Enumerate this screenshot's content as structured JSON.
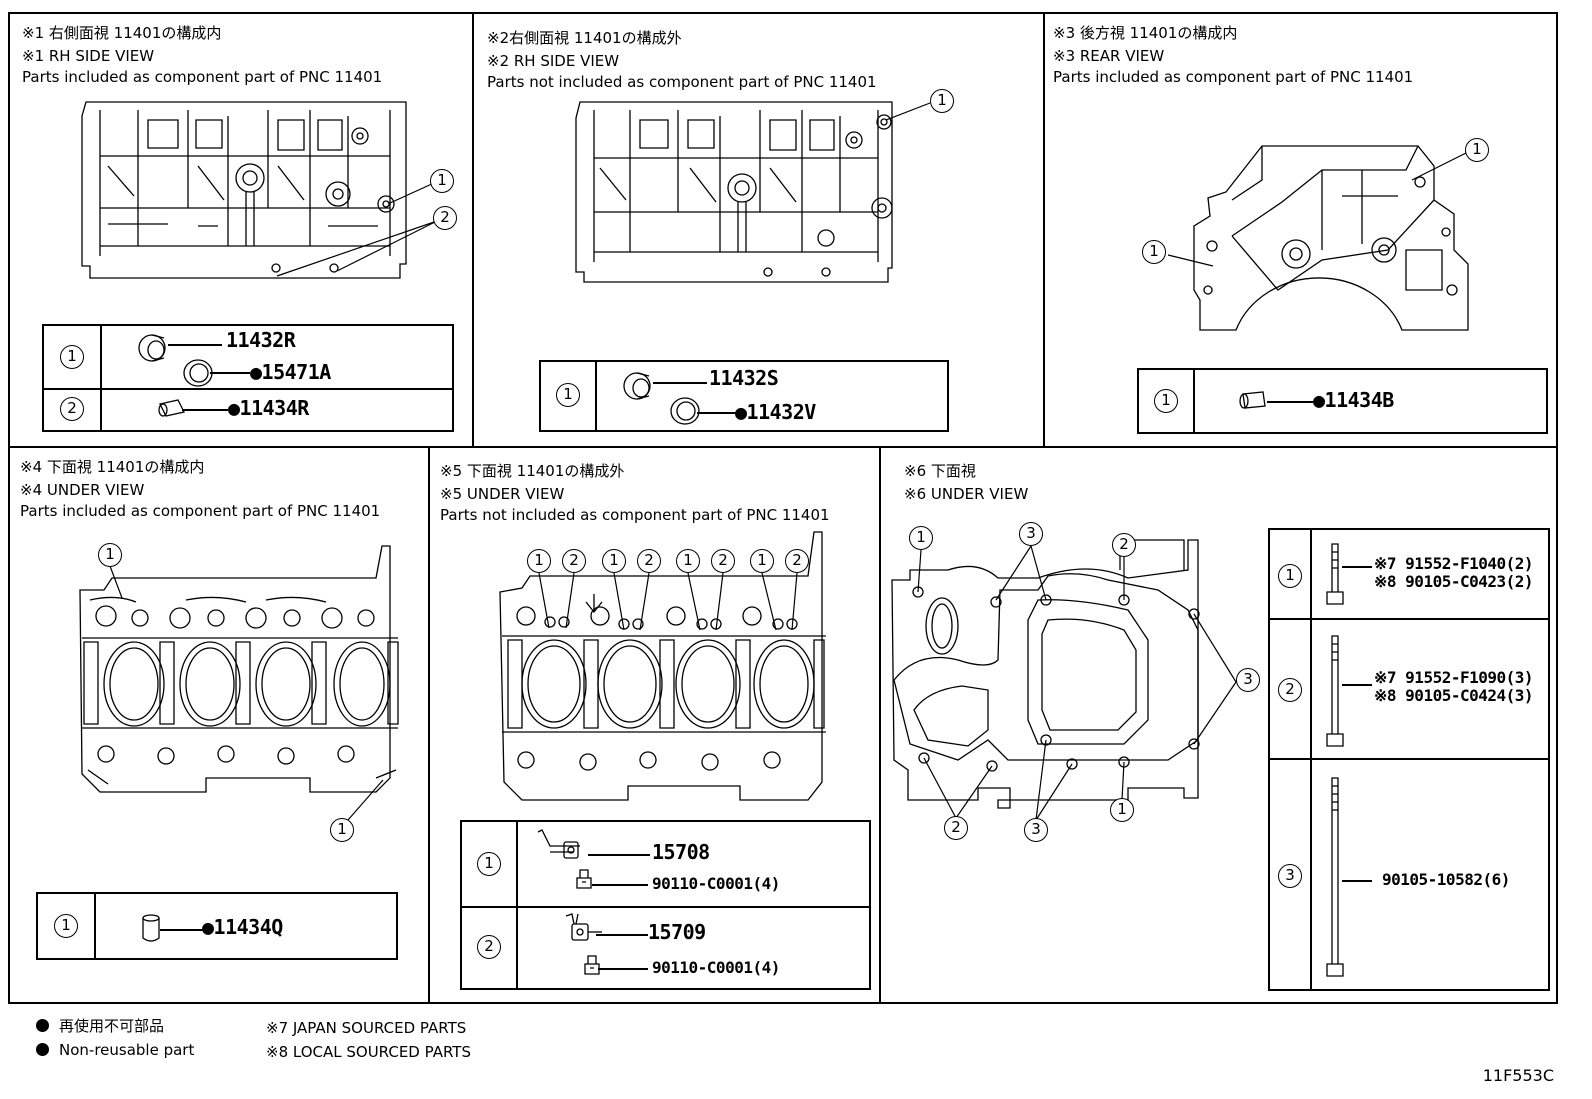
{
  "panels": [
    {
      "id": "p1",
      "jp": "※1 右側面視 11401の構成内",
      "en": "※1 RH SIDE VIEW",
      "desc": "Parts included as component part of PNC 11401"
    },
    {
      "id": "p2",
      "jp": "※2右側面視 11401の構成外",
      "en": "※2 RH SIDE VIEW",
      "desc": "Parts not included as component part of PNC 11401"
    },
    {
      "id": "p3",
      "jp": "※3 後方視 11401の構成内",
      "en": "※3 REAR VIEW",
      "desc": "Parts included as component part of PNC 11401"
    },
    {
      "id": "p4",
      "jp": "※4 下面視 11401の構成内",
      "en": "※4 UNDER VIEW",
      "desc": "Parts included as component part of PNC 11401"
    },
    {
      "id": "p5",
      "jp": "※5 下面視 11401の構成外",
      "en": "※5 UNDER VIEW",
      "desc": "Parts not included as component part of PNC 11401"
    },
    {
      "id": "p6",
      "jp": "※6 下面視",
      "en": "※6 UNDER VIEW",
      "desc": ""
    }
  ],
  "callouts": {
    "one": "1",
    "two": "2",
    "three": "3"
  },
  "parts": {
    "p1_r1_a": "11432R",
    "p1_r1_b": "●15471A",
    "p1_r2": "●11434R",
    "p2_r1_a": "11432S",
    "p2_r1_b": "●11432V",
    "p3_r1": "●11434B",
    "p4_r1": "●11434Q",
    "p5_r1_a": "15708",
    "p5_r1_b": "90110-C0001(4)",
    "p5_r2_a": "15709",
    "p5_r2_b": "90110-C0001(4)",
    "p6_r1_a": "※7 91552-F1040(2)",
    "p6_r1_b": "※8 90105-C0423(2)",
    "p6_r2_a": "※7 91552-F1090(3)",
    "p6_r2_b": "※8 90105-C0424(3)",
    "p6_r3": "90105-10582(6)"
  },
  "legend": {
    "nonreusable_jp": "再使用不可部品",
    "nonreusable_en": "Non-reusable part",
    "japan": "※7 JAPAN SOURCED PARTS",
    "local": "※8 LOCAL SOURCED PARTS"
  },
  "illustration_code": "11F553C"
}
